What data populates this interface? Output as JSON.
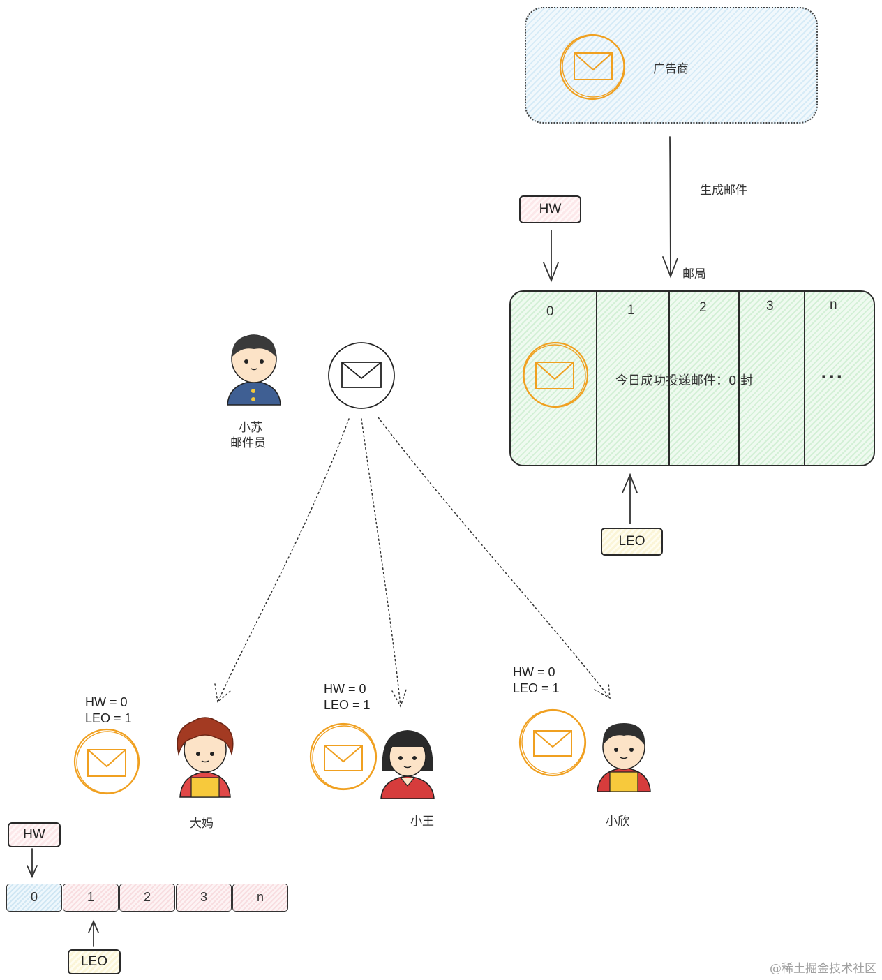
{
  "advertiser": {
    "label": "广告商",
    "icon": "envelope-icon"
  },
  "generate_mail_label": "生成邮件",
  "post_office": {
    "label": "邮局",
    "slots": [
      "0",
      "1",
      "2",
      "3",
      "n"
    ],
    "status_text": "今日成功投递邮件：0 封",
    "ellipsis": "···",
    "hw_tag": "HW",
    "leo_tag": "LEO"
  },
  "postman": {
    "name": "小苏",
    "role": "邮件员",
    "icon": "envelope-icon"
  },
  "recipients": [
    {
      "name": "大妈",
      "hw_line": "HW = 0",
      "leo_line": "LEO = 1"
    },
    {
      "name": "小王",
      "hw_line": "HW = 0",
      "leo_line": "LEO = 1"
    },
    {
      "name": "小欣",
      "hw_line": "HW = 0",
      "leo_line": "LEO = 1"
    }
  ],
  "log": {
    "cells": [
      "0",
      "1",
      "2",
      "3",
      "n"
    ],
    "hw_tag": "HW",
    "leo_tag": "LEO"
  },
  "watermark": "@稀土掘金技术社区",
  "colors": {
    "envelope_orange": "#f0a020",
    "advertiser_fill": "#d6ebf7",
    "office_fill": "#d3f0d6",
    "hw_fill": "#fce8ea",
    "leo_fill": "#fbf5d8",
    "log_cell_pink": "#f8dde0",
    "log_cell_blue": "#cfe6f3"
  }
}
